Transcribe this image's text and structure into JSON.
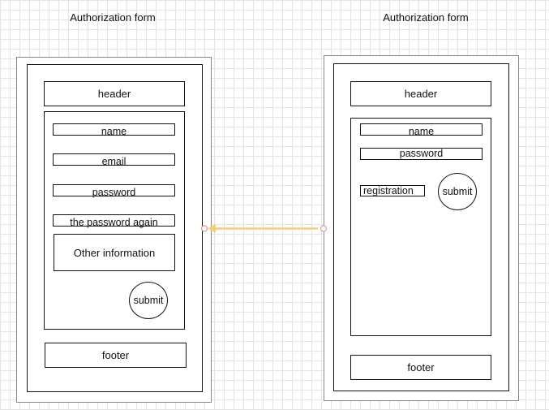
{
  "left_form": {
    "title": "Authorization form",
    "header": "header",
    "fields": [
      "name",
      "email",
      "password",
      "the password again"
    ],
    "other_info": "Other information",
    "submit": "submit",
    "footer": "footer"
  },
  "right_form": {
    "title": "Authorization form",
    "header": "header",
    "fields": [
      "name",
      "password"
    ],
    "registration": "registration",
    "submit": "submit",
    "footer": "footer"
  },
  "connector": {
    "color": "#f5cf78",
    "endpoint_color": "#d9a0a0"
  }
}
